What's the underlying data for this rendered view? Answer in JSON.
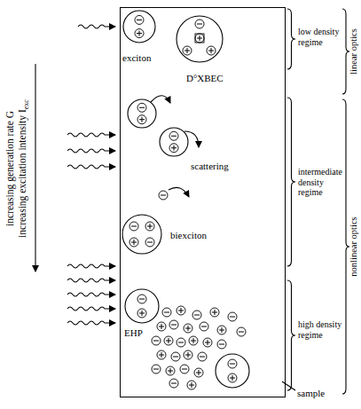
{
  "diagram": {
    "nodes": [
      {
        "text": [
          "exciton",
          "D°XBEC",
          "scattering",
          "biexciton",
          "EHP"
        ]
      }
    ],
    "labels": [
      "low density regime",
      "intermediate density regime",
      "high density regime",
      "linear optics",
      "nonlinear optics",
      "increasing generation rate G",
      "increasing excitation intensity I",
      "exc",
      "sample"
    ]
  }
}
